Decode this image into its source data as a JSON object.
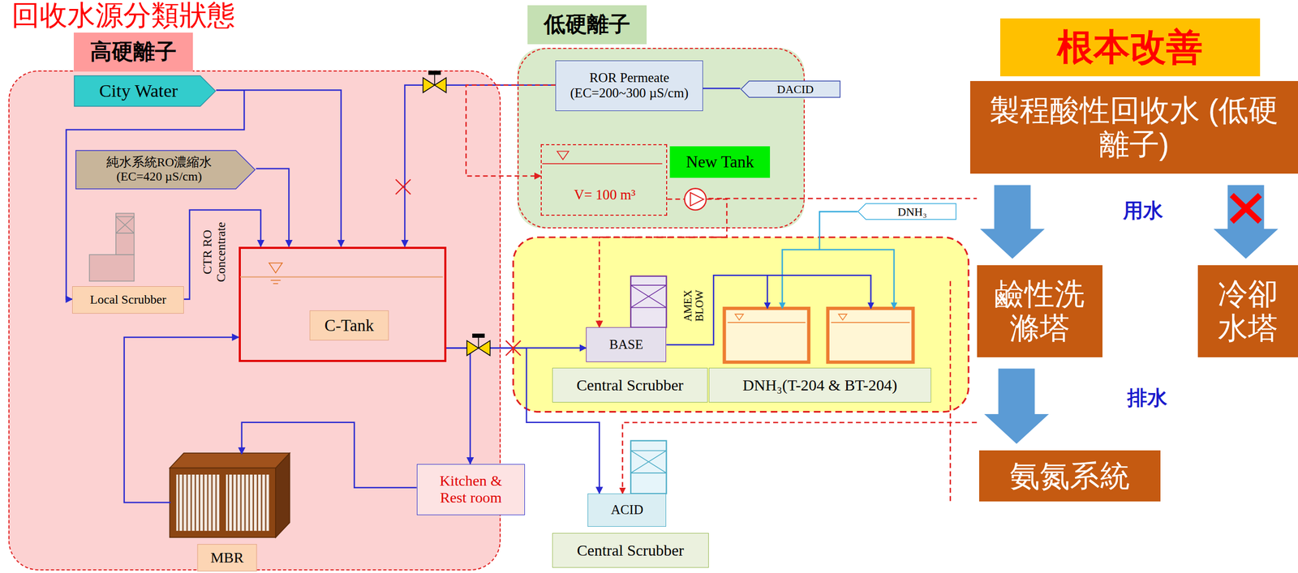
{
  "diagram": {
    "title": "回收水源分類狀態",
    "nodes": [
      {
        "text": [
          "高硬離子"
        ]
      },
      {
        "text": [
          "City Water"
        ],
        "in": 0
      },
      {
        "text": [
          "純水系統RO濃縮水 (EC=420 µS/cm)"
        ],
        "in": 0
      },
      {
        "text": [
          "Local Scrubber"
        ],
        "in": 0
      },
      {
        "text": [
          "C-Tank"
        ],
        "in": 0
      },
      {
        "text": [
          "Kitchen & Rest room"
        ],
        "in": 0
      },
      {
        "text": [
          "MBR"
        ],
        "in": 0
      },
      {
        "text": [
          "低硬離子"
        ]
      },
      {
        "text": [
          "ROR Permeate (EC=200~300 µS/cm)"
        ],
        "in": 7
      },
      {
        "text": [
          "DACID"
        ],
        "in": 7
      },
      {
        "text": [
          "V= 100 m³"
        ],
        "in": 7
      },
      {
        "text": [
          "New Tank"
        ],
        "in": 7
      },
      {
        "text": [
          "DNH₃"
        ]
      },
      {
        "text": [
          "BASE"
        ]
      },
      {
        "text": [
          "Central Scrubber"
        ]
      },
      {
        "text": [
          "DNH₃(T-204 & BT-204)"
        ]
      },
      {
        "text": [
          "ACID"
        ]
      },
      {
        "text": [
          "Central Scrubber"
        ]
      },
      {
        "text": [
          "根本改善"
        ]
      },
      {
        "text": [
          "製程酸性回收水 (低硬離子)"
        ]
      },
      {
        "text": [
          "鹼性洗滌塔"
        ]
      },
      {
        "text": [
          "冷卻水塔"
        ]
      },
      {
        "text": [
          "氨氮系統"
        ]
      }
    ],
    "edges": [
      {
        "from": 1,
        "to": 4,
        "arrow": "to"
      },
      {
        "from": 1,
        "to": 3,
        "arrow": "to"
      },
      {
        "from": 2,
        "to": 4,
        "arrow": "to"
      },
      {
        "from": 3,
        "to": 4,
        "arrow": "to",
        "label": "CTR RO Concentrate"
      },
      {
        "from": 8,
        "to": 4,
        "arrow": "to"
      },
      {
        "from": 8,
        "to": 10,
        "arrow": "to"
      },
      {
        "from": 9,
        "to": 8,
        "arrow": "none"
      },
      {
        "from": 4,
        "to": 13,
        "arrow": "to"
      },
      {
        "from": 4,
        "to": 5,
        "arrow": "to"
      },
      {
        "from": 4,
        "to": 16,
        "arrow": "to"
      },
      {
        "from": 5,
        "to": 6,
        "arrow": "to"
      },
      {
        "from": 6,
        "to": 4,
        "arrow": "to"
      },
      {
        "from": 10,
        "to": 13,
        "arrow": "to"
      },
      {
        "from": 19,
        "to": 20,
        "arrow": "to",
        "label": "用水"
      },
      {
        "from": 19,
        "to": 21,
        "arrow": "to"
      },
      {
        "from": 20,
        "to": 22,
        "arrow": "to",
        "label": "排水"
      }
    ],
    "labels": [
      "AMEX BLOW"
    ]
  }
}
